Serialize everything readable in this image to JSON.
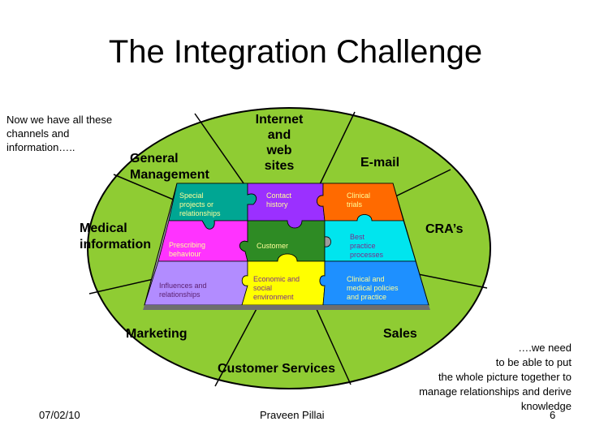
{
  "slide": {
    "title": "The Integration Challenge",
    "left_note": [
      "Now we have all these",
      "channels and",
      "information….."
    ],
    "right_note": [
      "….we need",
      "to be able to put",
      "the whole picture together to",
      "manage relationships and derive",
      "knowledge"
    ],
    "footer_date": "07/02/10",
    "footer_author": "Praveen Pillai",
    "footer_page": "6"
  },
  "wheel": {
    "color": "#8fcc33",
    "segments": {
      "internet": [
        "Internet",
        "and",
        "web",
        "sites"
      ],
      "email": "E-mail",
      "cras": "CRA’s",
      "sales": "Sales",
      "customer_services": "Customer Services",
      "marketing": "Marketing",
      "medical": [
        "Medical",
        "information"
      ],
      "general_management": [
        "General",
        "Management"
      ]
    }
  },
  "puzzle": {
    "pieces": {
      "special_projects": {
        "label": [
          "Special",
          "projects or",
          "relationships"
        ],
        "color": "#00a693"
      },
      "contact_history": {
        "label": [
          "Contact",
          "history"
        ],
        "color": "#9b30ff"
      },
      "clinical_trials": {
        "label": [
          "Clinical",
          "trials"
        ],
        "color": "#ff6a00"
      },
      "prescribing": {
        "label": [
          "Prescribing",
          "behaviour"
        ],
        "color": "#ff33ff"
      },
      "customer": {
        "label": [
          "Customer"
        ],
        "color": "#2e8b24"
      },
      "best_practice": {
        "label": [
          "Best",
          "practice",
          "processes"
        ],
        "color": "#00e5ee"
      },
      "influences": {
        "label": [
          "Influences and",
          "relationships"
        ],
        "color": "#b28cff"
      },
      "economic": {
        "label": [
          "Economic and",
          "social",
          "environment"
        ],
        "color": "#ffff00"
      },
      "clinical_medical": {
        "label": [
          "Clinical and",
          "medical policies",
          "and practice"
        ],
        "color": "#1e90ff"
      }
    }
  }
}
